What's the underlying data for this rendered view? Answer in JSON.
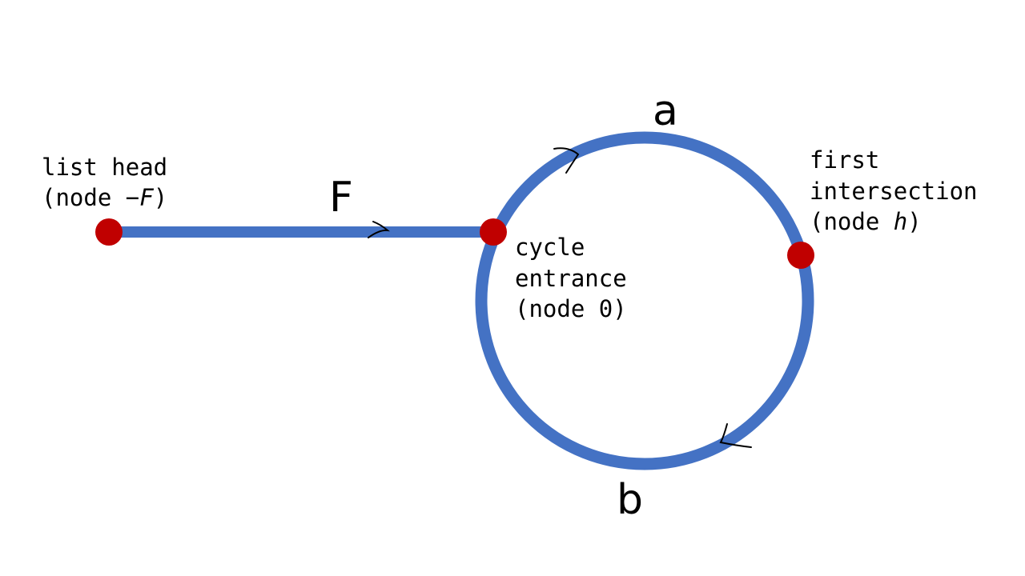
{
  "colors": {
    "line": "#4472C4",
    "node": "#C00000",
    "arrow": "#000000",
    "text": "#000000",
    "background": "#FFFFFF"
  },
  "edge_labels": {
    "tail": "F",
    "top_arc": "a",
    "bottom_arc": "b"
  },
  "nodes": {
    "head": {
      "line1": "list head",
      "line2_prefix": "(node ",
      "line2_var": "−F",
      "line2_suffix": ")"
    },
    "entrance": {
      "line1": "cycle",
      "line2": "entrance",
      "line3": "(node 0)"
    },
    "intersection": {
      "line1": "first",
      "line2": "intersection",
      "line3_prefix": "(node ",
      "line3_var": "h",
      "line3_suffix": ")"
    }
  },
  "arrow_icons": [
    "arrow-right-icon",
    "arrow-right-icon",
    "arrow-left-icon"
  ]
}
